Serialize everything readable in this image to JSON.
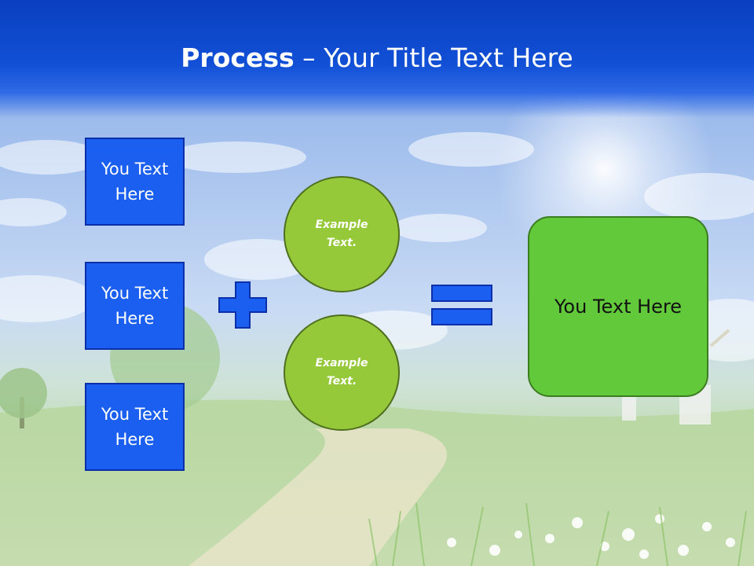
{
  "title": {
    "bold": "Process",
    "rest": " – Your Title Text Here"
  },
  "inputs": [
    {
      "text": "You Text Here"
    },
    {
      "text": "You Text Here"
    },
    {
      "text": "You Text Here"
    }
  ],
  "circles": [
    {
      "text": "Example Text."
    },
    {
      "text": "Example Text."
    }
  ],
  "result": {
    "text": "You Text Here"
  },
  "icons": {
    "plus": "plus-icon",
    "equals": "equals-icon"
  },
  "colors": {
    "header": "#1150d6",
    "box_fill": "#1a5ff0",
    "circle_fill": "#96c93a",
    "result_fill": "#62c93b"
  }
}
